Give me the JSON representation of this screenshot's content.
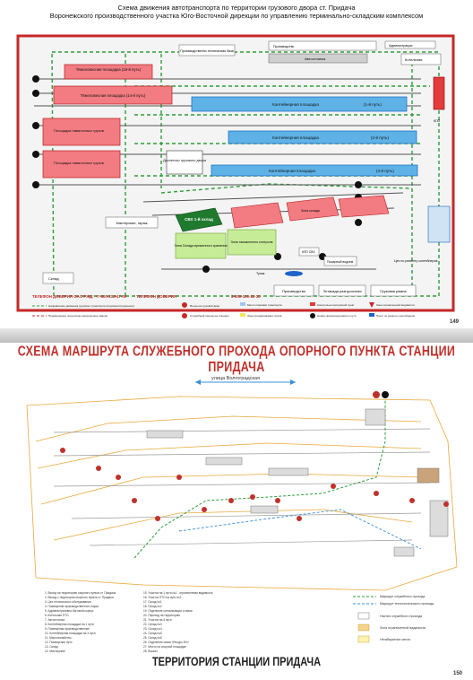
{
  "map1": {
    "title_line1": "Схема движения автотранспорта по территории грузового двора ст. Придача",
    "title_line2": "Воронежского производственного участка Юго-Восточной дирекции по управлению терминально-складским комплексом",
    "labels": {
      "tyazh18": "Тяжеловесная площадка (18-й путь)",
      "tyazh14": "Тяжеловесная площадка (14-й путь)",
      "nav1": "Площадка навалочных грузов",
      "nav2": "Площадка навалочных грузов",
      "cont1": "Контейнерная площадка",
      "cont1b": "(1-й путь)",
      "cont2": "Контейнерная площадка",
      "cont2b": "(2-й путь)",
      "cont4": "Контейнерная площадка",
      "cont4b": "(4-й путь)",
      "dispatcher": "Диспетчер грузового двора",
      "prod_top": "Производственно техническая база",
      "prod2": "Производство",
      "autostoyanka": "Автостоянка",
      "admin": "Администрация",
      "kotelnaya": "Котельная",
      "kpp": "КПП",
      "masterskie": "Мастерские, гараж",
      "sklad": "Склад",
      "svh": "СВХ 1-й склад",
      "zona_vr": "Зона Склада временного хранения",
      "zona_tam": "Зона таможенного контроля",
      "kpp_svh": "КПП СВХ",
      "pozhar": "Пожарный водоем",
      "zona_sklad": "Зона склада",
      "cex": "Цех по ремонту контейнеров",
      "proizv": "Производство",
      "estakada": "Эстакада разгрузочная",
      "gruz_rampa": "Грузовая рампа",
      "tupik": "Тупик",
      "hotline": "ТЕЛЕФОН ДОВЕРИЯ ОАО РЖД: +7-800-232-47-09",
      "hotline2": "ТЕЛЕФОН ДОВЕРИЯ",
      "hotline3": "8-800-100-22-20"
    },
    "legend": [
      "Направление движения грузового транспорта (порожнего/груженого)",
      "Перемещение погрузочно-разгрузочных машин",
      "Въезд на грузовой двор",
      "Служебный проезд на станцию",
      "Место парковки транспорта",
      "Зона складирования грузов",
      "Контрольно-пропускной пункт",
      "Номер железнодорожного пути",
      "Зона ограниченной видимости",
      "Пункт по ремонту контейнеров"
    ],
    "page_number": "149"
  },
  "map2": {
    "title": "СХЕМА МАРШРУТА СЛУЖЕБНОГО ПРОХОДА ОПОРНОГО ПУНКТА СТАНЦИИ ПРИДАЧА",
    "street": "улица Волгоградская",
    "footer": "ТЕРРИТОРИЯ СТАНЦИИ ПРИДАЧА",
    "legend": [
      "Маршрут служебного прохода",
      "Маршрут технологического прохода",
      "Настил служебного прохода",
      "Зона ограниченной видимости",
      "Негабаритное место"
    ],
    "list_col1": [
      "1. Выход на территорию опорного пункта ст. Придача",
      "2. Выход с территории опорного пункта ст. Придача",
      "3. Цех технического обслуживания",
      "4. Помещения производственного парка",
      "5. Административно-бытовой корпус",
      "6. Котельная ПТО",
      "7. Автостоянка",
      "8. Контейнерная площадка на 1 пути",
      "9. Помещения производственные",
      "10. Контейнерная площадка на 4 пути",
      "11. Маслохозяйство",
      "12. Помещение пути",
      "13. Склад",
      "14. Мастерские"
    ],
    "list_col2": [
      "15. Участок на 1 пути №1 - ограниченная видимость",
      "16. Участок ПТО на пути №2",
      "17. Склад №1",
      "18. Склад №2",
      "19. Отделение сигнализации и связи",
      "20. Переход на территорию",
      "21. Участок на 4 пути",
      "22. Склад №3",
      "23. Склад №4",
      "24. Склад №5",
      "25. Склад №6",
      "26. Отделение связи «Ресурс-Юг»",
      "27. Место на опорной площадке",
      "28. Вокзал"
    ],
    "page_number": "150"
  }
}
